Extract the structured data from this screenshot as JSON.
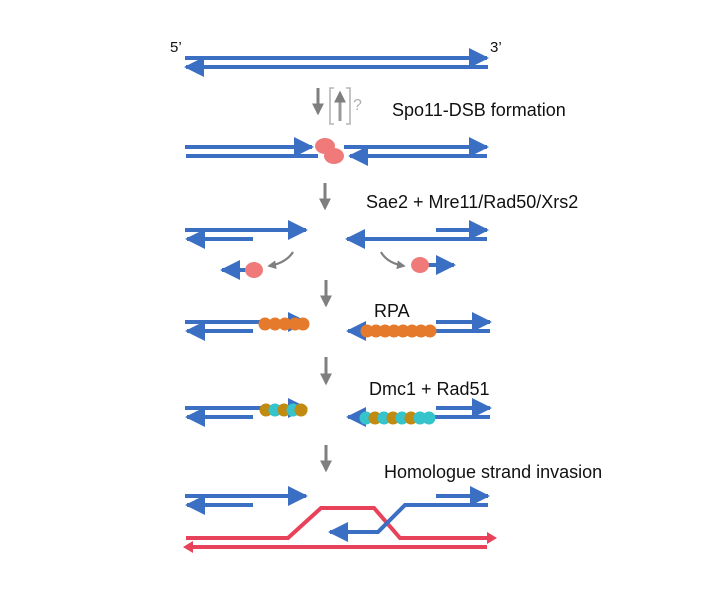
{
  "strand_ends": {
    "five_prime": "5’",
    "three_prime": "3’"
  },
  "steps": {
    "dsb": "Spo11-DSB formation",
    "resection": "Sae2 + Mre11/Rad50/Xrs2",
    "rpa": "RPA",
    "recombinases": "Dmc1 + Rad51",
    "invasion": "Homologue strand invasion"
  },
  "uncertain_mark": "?",
  "colors": {
    "dna": "#3a6fc4",
    "homologue": "#e8415a",
    "spo11": "#f07a7a",
    "rpa": "#e57a2c",
    "dmc1": "#c18a10",
    "rad51": "#36c4cc",
    "arrow": "#7f7f7f"
  }
}
